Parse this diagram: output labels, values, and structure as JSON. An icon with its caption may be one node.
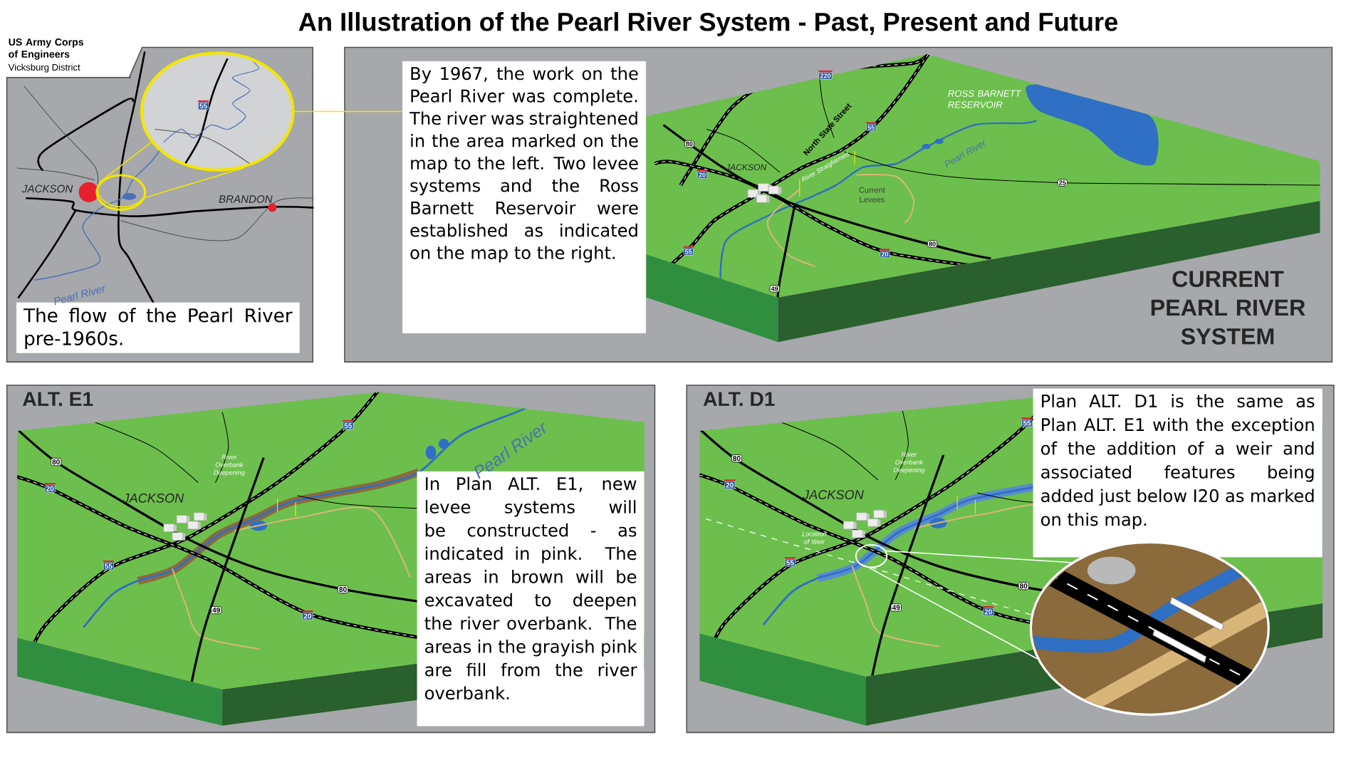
{
  "diagram": {
    "title": "An Illustration of the Pearl River System - Past, Present and Future",
    "nodes": [
      {
        "text": [],
        "shape": "box"
      },
      {
        "text": [
          "The flow of the Pearl River pre-1960s."
        ],
        "in": 0
      },
      {
        "text": [],
        "shape": "circle",
        "in": 0
      },
      {
        "text": [],
        "shape": "circle",
        "in": 0
      },
      {
        "text": [
          "CURRENT PEARL RIVER SYSTEM"
        ]
      },
      {
        "text": [
          "By 1967, the work on the Pearl River was complete. The river was straightened in the area marked on the map to the left. Two levee systems and the Ross Barnett Reservoir were established as indicated on the map to the right."
        ],
        "in": 4
      },
      {
        "text": [
          "ALT. E1"
        ]
      },
      {
        "text": [
          "In Plan ALT. E1, new levee systems will be constructed - as indicated in pink. The areas in brown will be excavated to deepen the river overbank. The areas in the grayish pink are fill from the river overbank."
        ],
        "in": 6
      },
      {
        "text": [
          "ALT. D1"
        ]
      },
      {
        "text": [
          "Plan ALT. D1 is the same as Plan ALT. E1 with the exception of the addition of a weir and associated features being added just below I20 as marked on this map."
        ],
        "in": 8
      },
      {
        "text": [],
        "shape": "circle",
        "in": 8
      },
      {
        "text": [],
        "shape": "circle",
        "in": 8
      }
    ],
    "edges": [
      {
        "from": 2,
        "to": 3,
        "arrow": "none"
      },
      {
        "from": 3,
        "to": 5,
        "arrow": "none"
      },
      {
        "from": 10,
        "to": 11,
        "arrow": "none",
        "color": "#ffffff"
      },
      {
        "from": 10,
        "to": 11,
        "arrow": "none",
        "color": "#ffffff"
      }
    ],
    "labels": [
      "US Army Corps of Engineers",
      "Vicksburg District",
      "55",
      "JACKSON",
      "BRANDON",
      "Pearl River",
      "220",
      "ROSS BARNETT RESERVOIR",
      "North State Street",
      "55",
      "80",
      "20",
      "JACKSON",
      "River Straightened",
      "Pearl River",
      "Current Levees",
      "25",
      "55",
      "80",
      "20",
      "49",
      "80",
      "20",
      "JACKSON",
      "55",
      "River Overbank Deepening",
      "Pearl River",
      "55",
      "80",
      "49",
      "20",
      "80",
      "20",
      "JACKSON",
      "55",
      "River Overbank Deepening",
      "Location of Weir",
      "55",
      "80",
      "49",
      "20"
    ]
  }
}
